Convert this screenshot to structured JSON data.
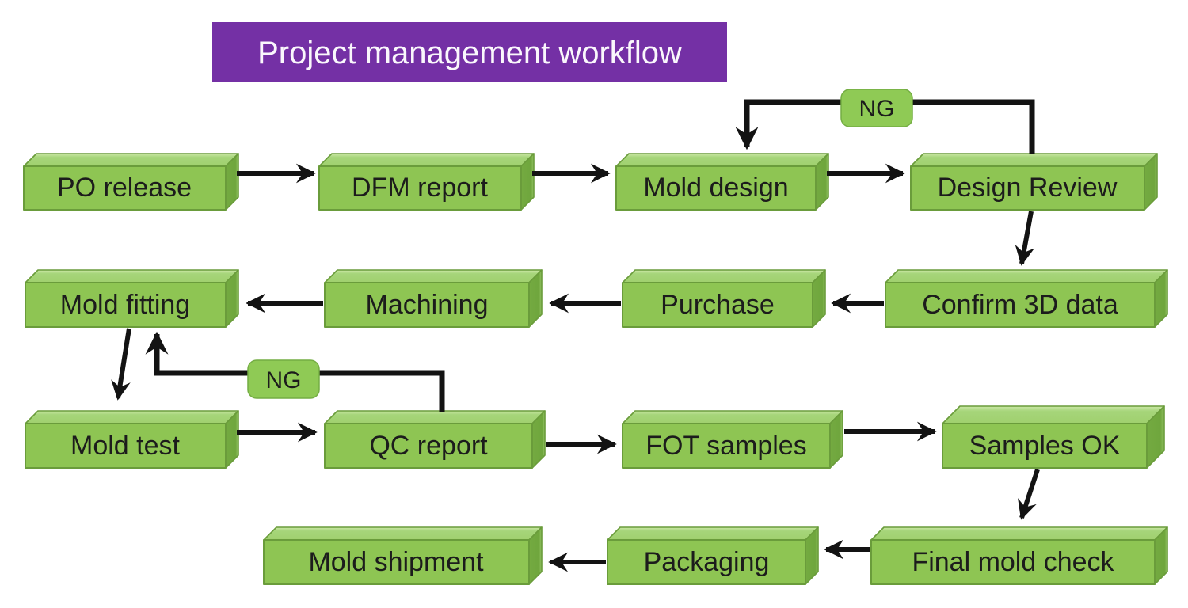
{
  "title": {
    "label": "Project management workflow"
  },
  "palette": {
    "title_bg": "#7430a5",
    "title_text": "#faf7fc",
    "box_front": "#8ec553",
    "box_top": "#a6d57a",
    "box_side": "#74aa41",
    "box_outline": "#6a9c3b",
    "arrow": "#131313",
    "label_text": "#1c1c1c",
    "ng_fill": "#8fca55"
  },
  "nodes": [
    {
      "id": "po-release",
      "label": "PO release"
    },
    {
      "id": "dfm-report",
      "label": "DFM report"
    },
    {
      "id": "mold-design",
      "label": "Mold design"
    },
    {
      "id": "design-review",
      "label": "Design Review"
    },
    {
      "id": "confirm-3d-data",
      "label": "Confirm 3D data"
    },
    {
      "id": "purchase",
      "label": "Purchase"
    },
    {
      "id": "machining",
      "label": "Machining"
    },
    {
      "id": "mold-fitting",
      "label": "Mold fitting"
    },
    {
      "id": "mold-test",
      "label": "Mold test"
    },
    {
      "id": "qc-report",
      "label": "QC report"
    },
    {
      "id": "fot-samples",
      "label": "FOT samples"
    },
    {
      "id": "samples-ok",
      "label": "Samples OK"
    },
    {
      "id": "final-mold-check",
      "label": "Final mold check"
    },
    {
      "id": "packaging",
      "label": "Packaging"
    },
    {
      "id": "mold-shipment",
      "label": "Mold shipment"
    }
  ],
  "ng_badges": [
    {
      "label": "NG"
    },
    {
      "label": "NG"
    }
  ],
  "edges": [
    {
      "from": "PO release",
      "to": "DFM report",
      "label": ""
    },
    {
      "from": "DFM report",
      "to": "Mold design",
      "label": ""
    },
    {
      "from": "Mold design",
      "to": "Design Review",
      "label": ""
    },
    {
      "from": "Design Review",
      "to": "Mold design",
      "label": "NG"
    },
    {
      "from": "Design Review",
      "to": "Confirm 3D data",
      "label": ""
    },
    {
      "from": "Confirm 3D data",
      "to": "Purchase",
      "label": ""
    },
    {
      "from": "Purchase",
      "to": "Machining",
      "label": ""
    },
    {
      "from": "Machining",
      "to": "Mold fitting",
      "label": ""
    },
    {
      "from": "Mold fitting",
      "to": "Mold test",
      "label": ""
    },
    {
      "from": "Mold test",
      "to": "QC report",
      "label": ""
    },
    {
      "from": "QC report",
      "to": "Mold fitting",
      "label": "NG"
    },
    {
      "from": "QC report",
      "to": "FOT samples",
      "label": ""
    },
    {
      "from": "FOT samples",
      "to": "Samples OK",
      "label": ""
    },
    {
      "from": "Samples OK",
      "to": "Final mold check",
      "label": ""
    },
    {
      "from": "Final mold check",
      "to": "Packaging",
      "label": ""
    },
    {
      "from": "Packaging",
      "to": "Mold shipment",
      "label": ""
    }
  ]
}
